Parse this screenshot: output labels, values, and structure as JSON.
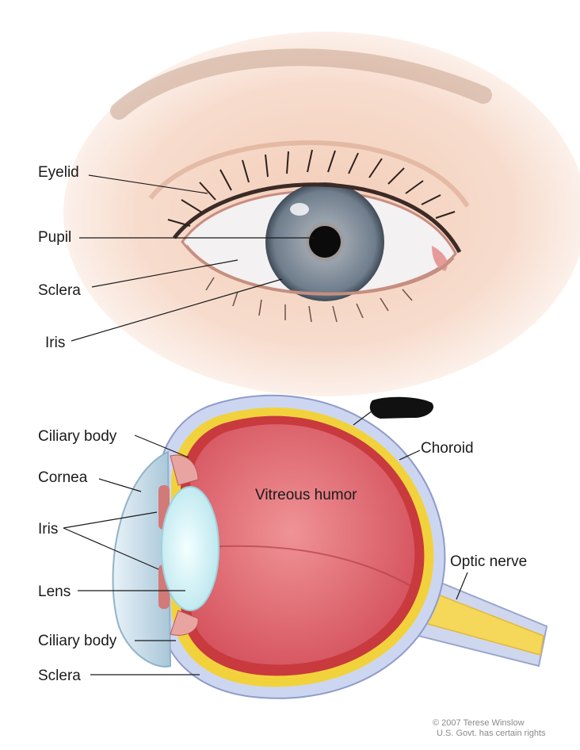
{
  "top_labels": {
    "eyelid": "Eyelid",
    "pupil": "Pupil",
    "sclera": "Sclera",
    "iris": "Iris"
  },
  "cross_section_labels": {
    "ciliary_body_top": "Ciliary body",
    "cornea": "Cornea",
    "iris": "Iris",
    "lens": "Lens",
    "ciliary_body_bottom": "Ciliary body",
    "sclera": "Sclera",
    "choroid": "Choroid",
    "vitreous_humor": "Vitreous humor",
    "optic_nerve": "Optic nerve"
  },
  "credit": {
    "line1": "© 2007 Terese Winslow",
    "line2": "U.S. Govt. has certain rights"
  },
  "colors": {
    "iris": "#8a97a6",
    "pupil": "#0b0b0b",
    "vitreous": "#e06c74",
    "choroid": "#f2d23c",
    "optic_nerve": "#f5d75a",
    "lens": "#d6f3f6",
    "redacted_label": "#111111"
  }
}
